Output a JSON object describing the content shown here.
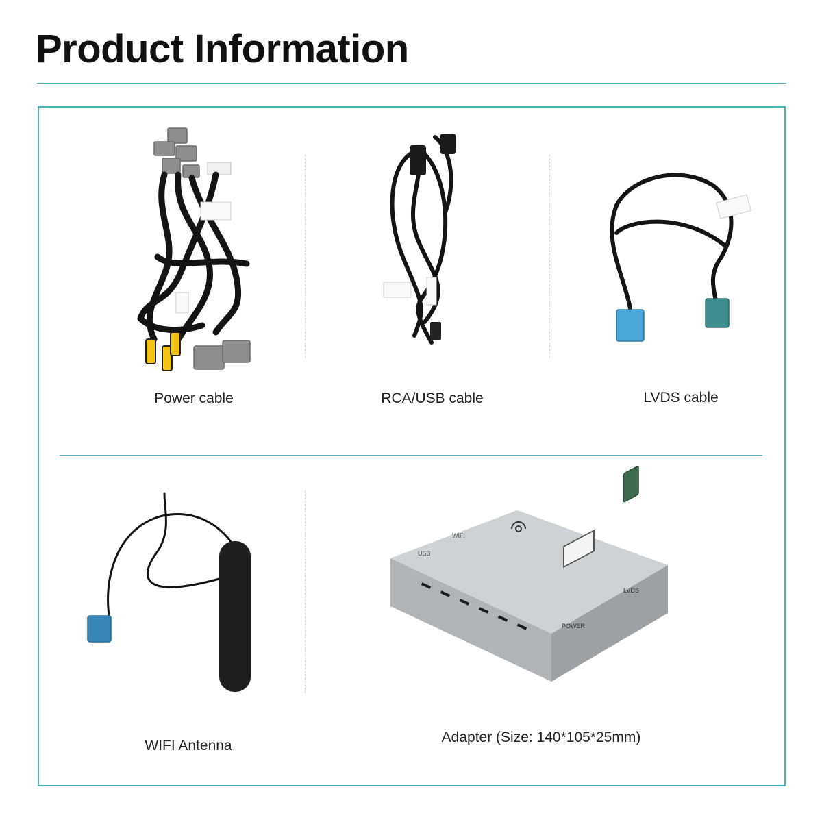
{
  "page": {
    "title": "Product Information"
  },
  "items": [
    {
      "key": "power",
      "label": "Power cable",
      "image": "power-cable-harness"
    },
    {
      "key": "rca",
      "label": "RCA/USB cable",
      "image": "rca-usb-cable"
    },
    {
      "key": "lvds",
      "label": "LVDS cable",
      "image": "lvds-cable"
    },
    {
      "key": "wifi",
      "label": "WIFI Antenna",
      "image": "wifi-antenna"
    },
    {
      "key": "adapter",
      "label": "Adapter (Size: 140*105*25mm)",
      "image": "adapter-box"
    }
  ],
  "adapter_port_labels": {
    "usb": "USB",
    "wifi": "WIFI",
    "lvds": "LVDS",
    "power": "POWER"
  },
  "colors": {
    "accent": "#4bb2c0",
    "cable": "#141414",
    "connector_gray": "#8e8e8e",
    "connector_blue": "#4aa8d8",
    "fakra_teal": "#3e8e90",
    "adapter_silver": "#c7c9cc"
  }
}
